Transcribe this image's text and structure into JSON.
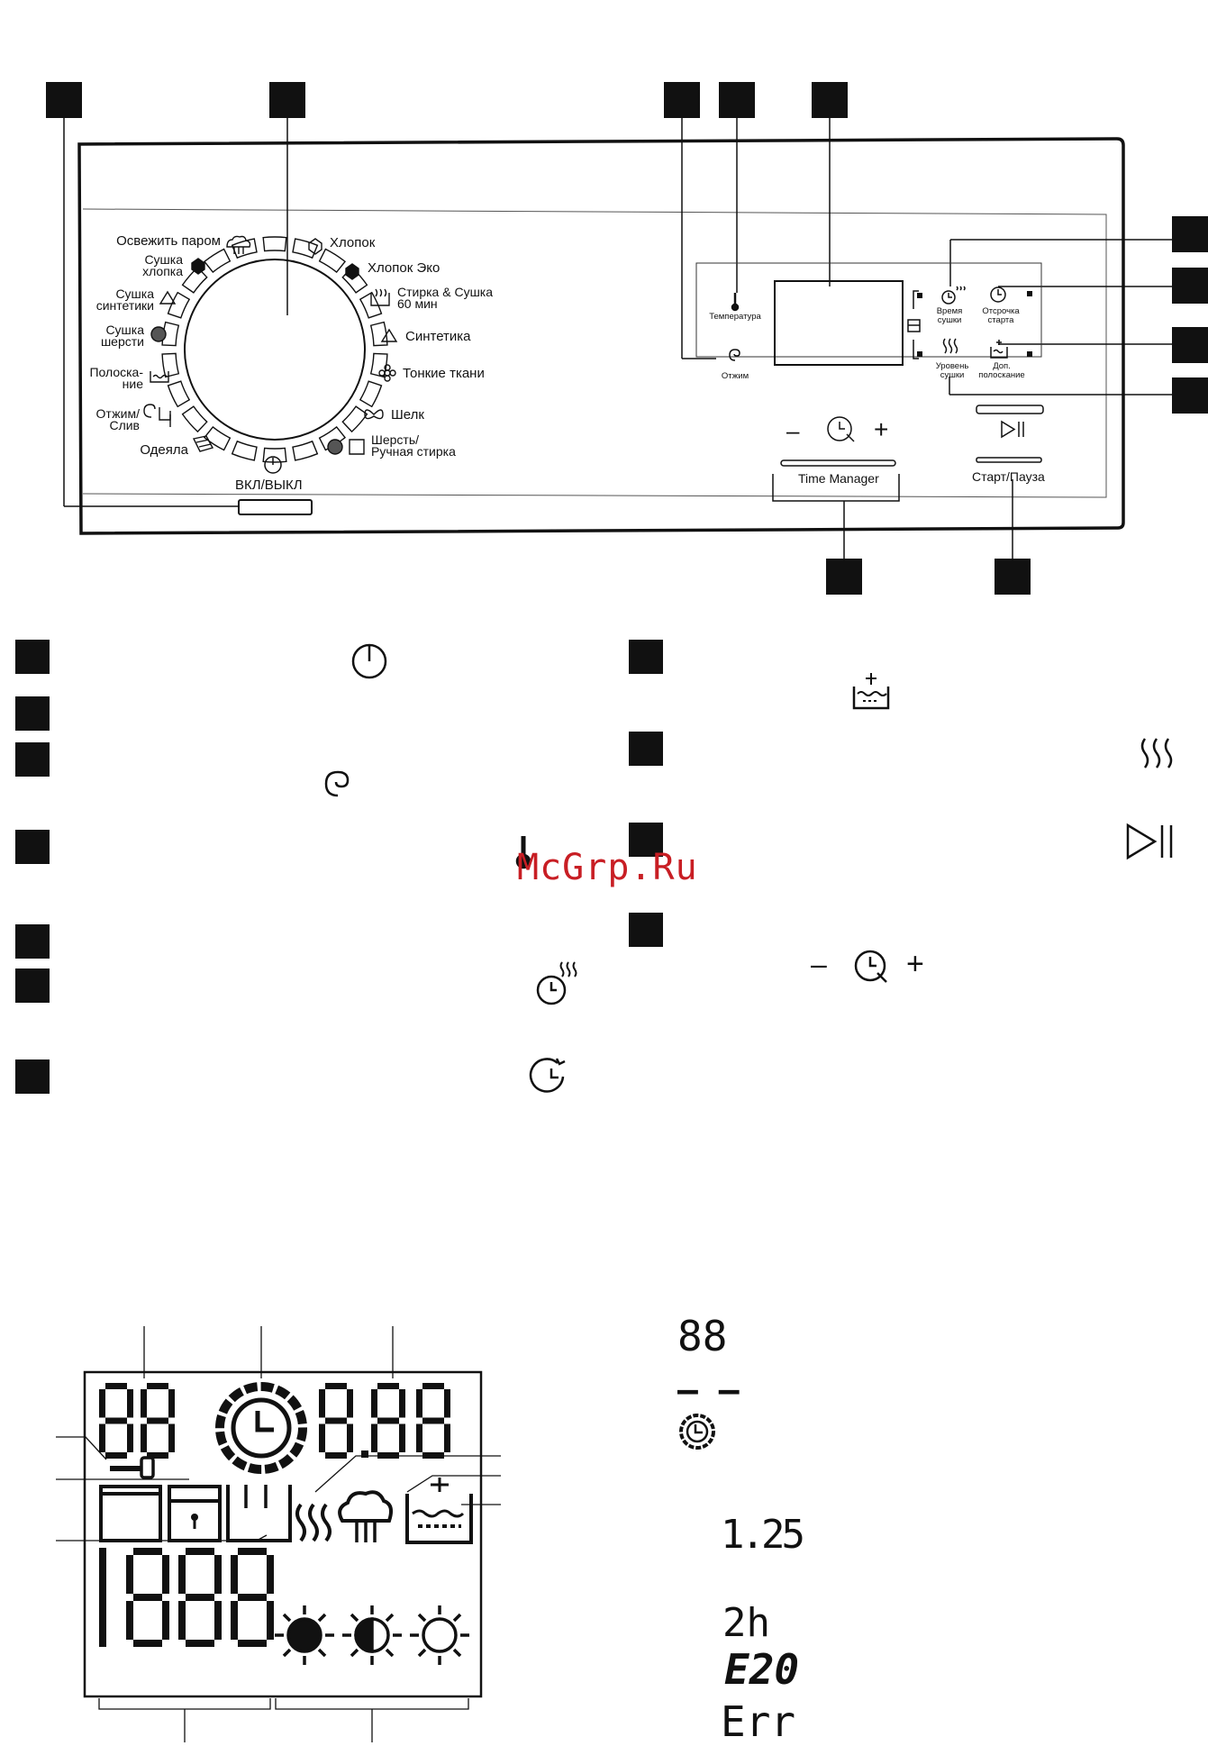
{
  "panel": {
    "power_caption": "ВКЛ/ВЫКЛ",
    "dial_programs": [
      {
        "label": "Освежить паром"
      },
      {
        "label": "Сушка\nхлопка"
      },
      {
        "label": "Сушка\nсинтетики"
      },
      {
        "label": "Сушка\nшерсти"
      },
      {
        "label": "Полоска-\nние"
      },
      {
        "label": "Отжим/\nСлив"
      },
      {
        "label": "Одеяла"
      },
      {
        "label": "Хлопок"
      },
      {
        "label": "Хлопок Эко"
      },
      {
        "label": "Стирка & Сушка\n60 мин"
      },
      {
        "label": "Синтетика"
      },
      {
        "label": "Тонкие ткани"
      },
      {
        "label": "Шелк"
      },
      {
        "label": "Шерсть/\nРучная стирка"
      }
    ],
    "buttons": {
      "temperature": "Температура",
      "spin": "Отжим",
      "dry_time": "Время\nсушки",
      "delay_start": "Отсрочка\nстарта",
      "dry_level": "Уровень\nсушки",
      "extra_rinse": "Доп.\nполоскание",
      "time_manager": "Time Manager",
      "start_pause": "Старт/Пауза",
      "minus": "–",
      "plus": "+"
    }
  },
  "legend": {
    "minus": "–",
    "plus": "+"
  },
  "display_examples": {
    "two_digit": "88",
    "dashes": "– –",
    "time_value": "1.25",
    "hours_value": "2h",
    "error_code": "E20",
    "error_text": "Err"
  },
  "watermark": "McGrp.Ru",
  "icons": {
    "power": "power-icon",
    "spin": "spin-icon",
    "temperature": "thermometer-icon",
    "dry_time": "dry-time-icon",
    "delay": "delay-clock-icon",
    "extra_rinse": "extra-rinse-icon",
    "dry_level": "dry-level-icon",
    "start_pause": "play-pause-icon",
    "time_manager": "time-manager-icon"
  }
}
